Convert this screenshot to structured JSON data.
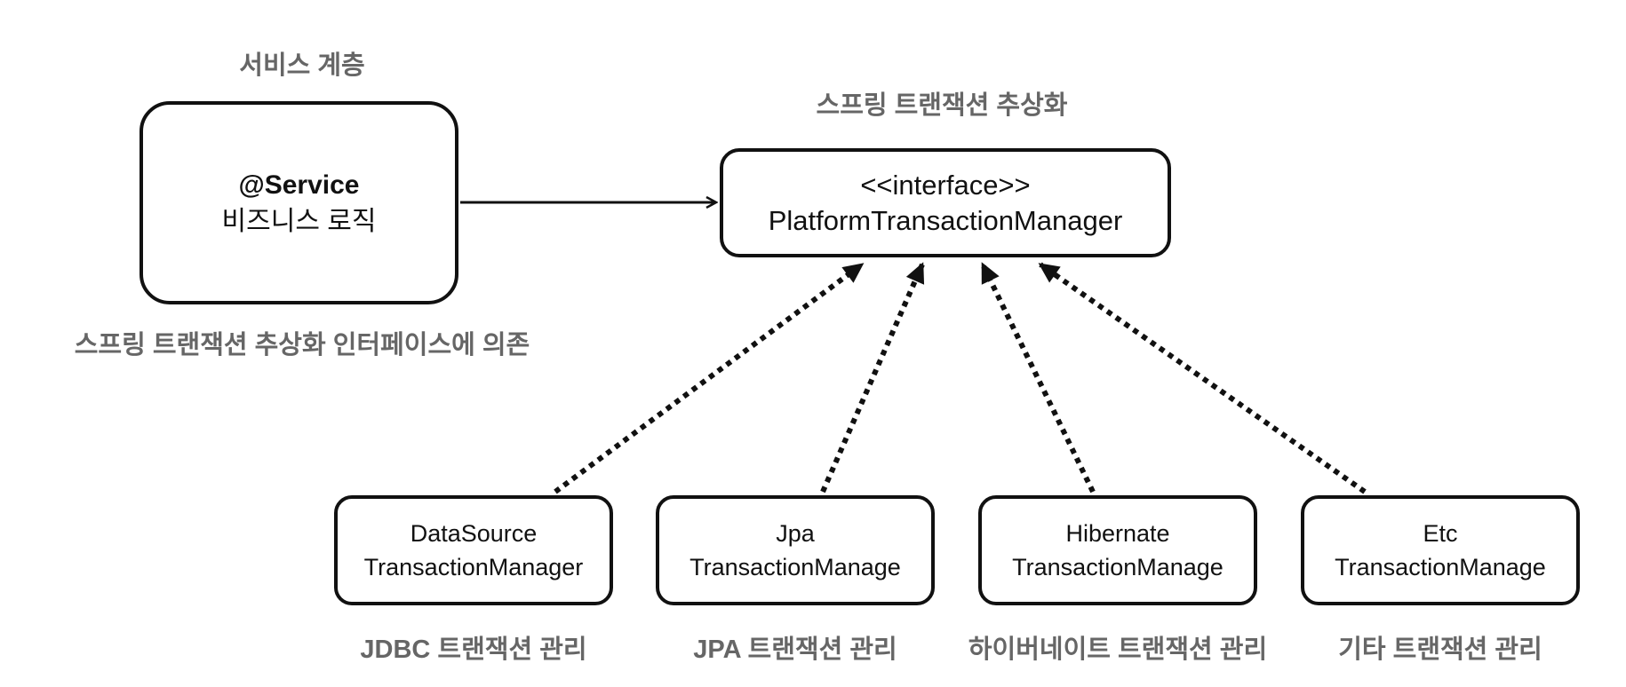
{
  "captions": {
    "service_layer": "서비스 계층",
    "spring_abstraction": "스프링 트랜잭션 추상화",
    "dependency_note": "스프링 트랜잭션 추상화 인터페이스에 의존"
  },
  "service_box": {
    "line1": "@Service",
    "line2": "비즈니스 로직"
  },
  "interface_box": {
    "line1": "<<interface>>",
    "line2": "PlatformTransactionManager"
  },
  "implementations": [
    {
      "line1": "DataSource",
      "line2": "TransactionManager",
      "caption": "JDBC 트랜잭션 관리"
    },
    {
      "line1": "Jpa",
      "line2": "TransactionManage",
      "caption": "JPA 트랜잭션 관리"
    },
    {
      "line1": "Hibernate",
      "line2": "TransactionManage",
      "caption": "하이버네이트 트랜잭션 관리"
    },
    {
      "line1": "Etc",
      "line2": "TransactionManage",
      "caption": "기타 트랜잭션 관리"
    }
  ],
  "colors": {
    "stroke": "#111111",
    "caption_text": "#666666",
    "background": "#ffffff"
  }
}
